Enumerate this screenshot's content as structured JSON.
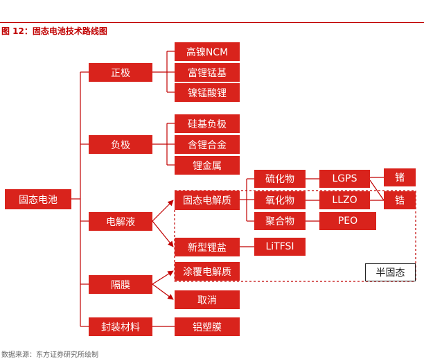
{
  "title": "图 12：固态电池技术路线图",
  "source": "数据来源：东方证券研究所绘制",
  "colors": {
    "box": "#d9231c",
    "line": "#c00000",
    "title": "#c00000"
  },
  "root": "固态电池",
  "categories": {
    "cathode": "正极",
    "anode": "负极",
    "electrolyte": "电解液",
    "separator": "隔膜",
    "packaging": "封装材料"
  },
  "cathode_items": [
    "高镍NCM",
    "富锂锰基",
    "镍锰酸锂"
  ],
  "anode_items": [
    "硅基负极",
    "含锂合金",
    "锂金属"
  ],
  "electrolyte_items": [
    "固态电解质",
    "新型锂盐"
  ],
  "solid_types": [
    "硫化物",
    "氧化物",
    "聚合物"
  ],
  "solid_examples": [
    "LGPS",
    "LLZO",
    "PEO"
  ],
  "lithium_salt_example": "LiTFSI",
  "dopants": [
    "锗",
    "锆"
  ],
  "separator_items": [
    "涂覆电解质",
    "取消"
  ],
  "packaging_item": "铝塑膜",
  "semi_solid_label": "半固态"
}
